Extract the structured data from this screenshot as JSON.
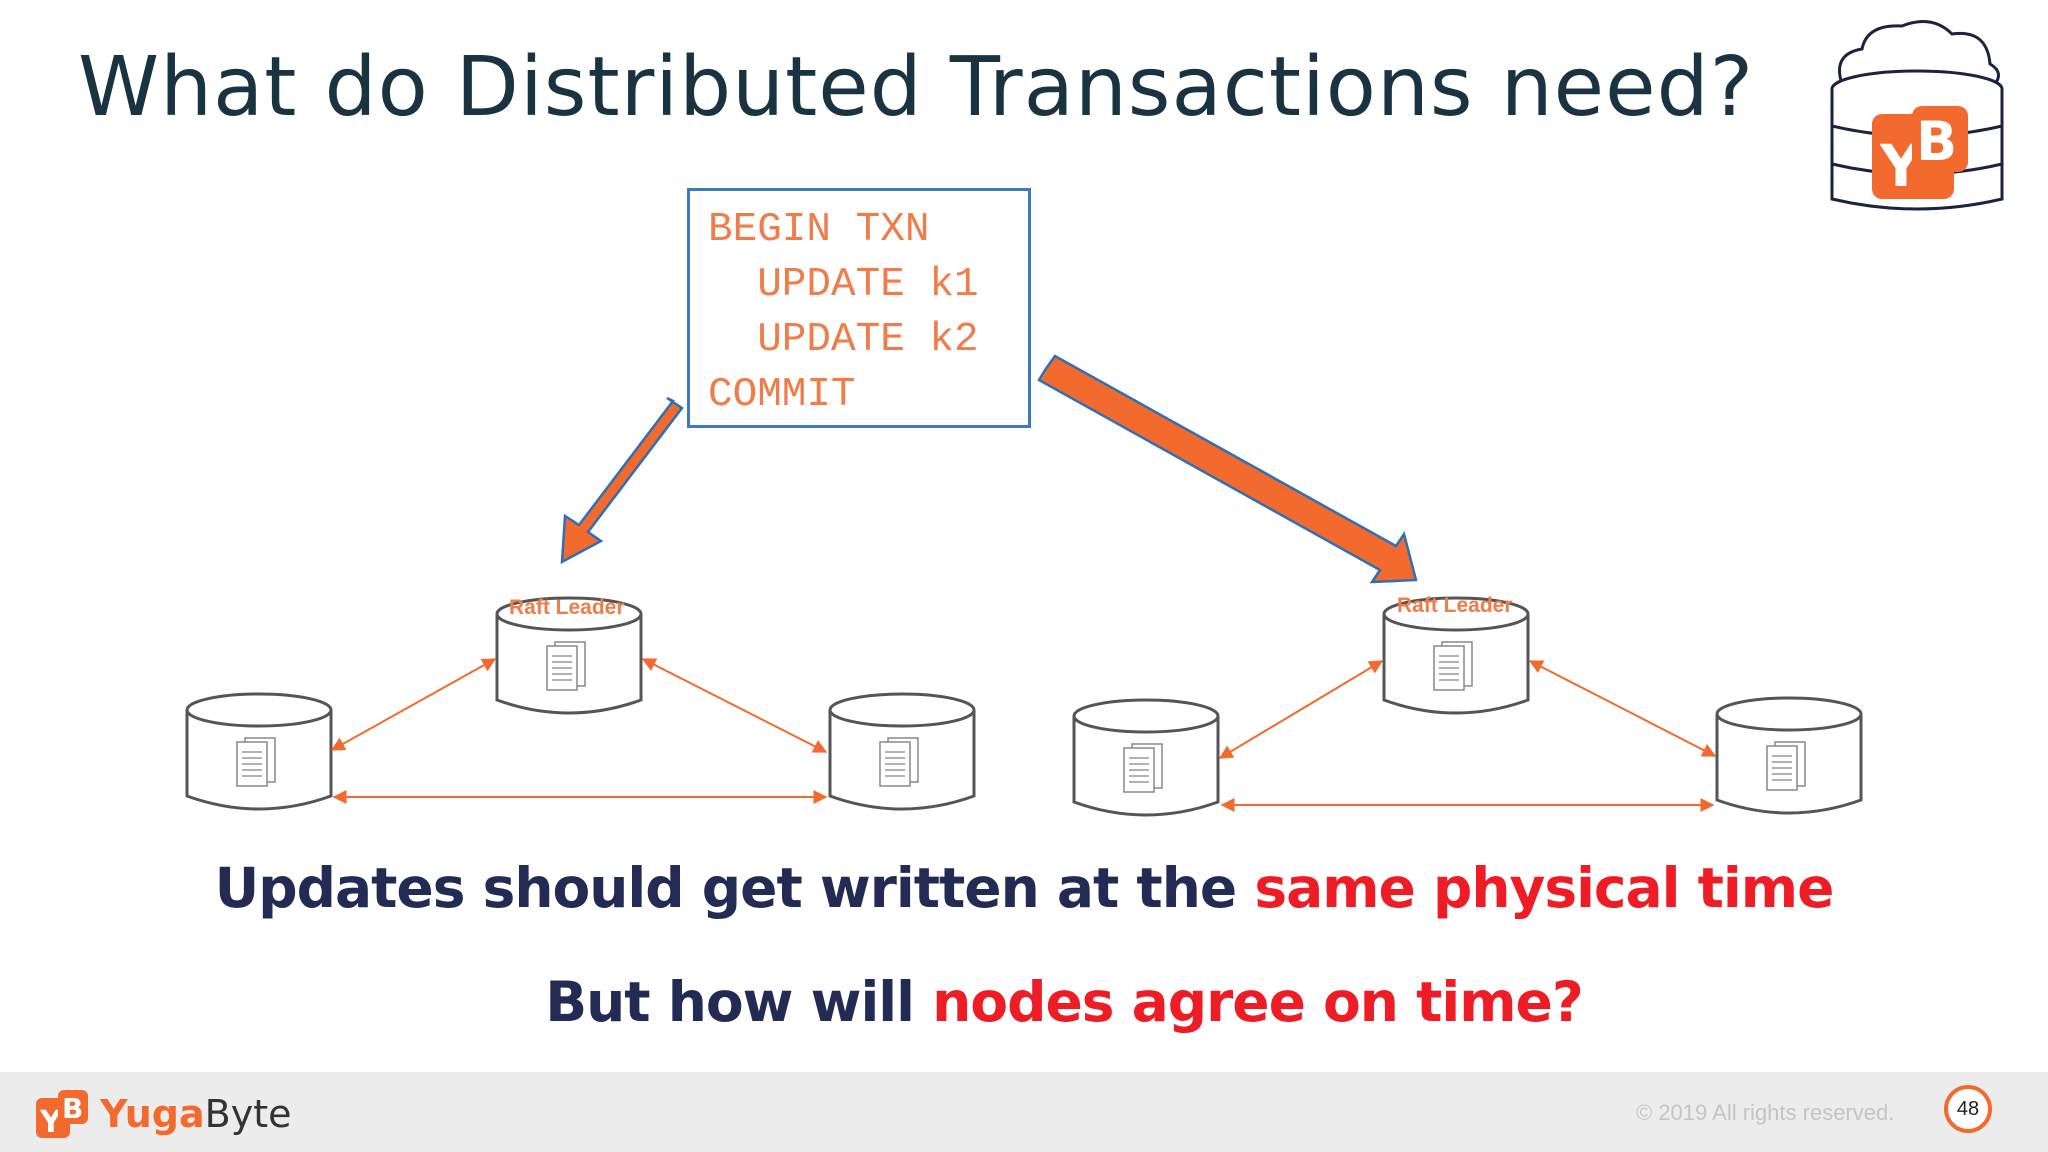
{
  "slide": {
    "title": "What do Distributed Transactions need?",
    "code_lines": [
      "BEGIN TXN",
      "  UPDATE k1",
      "  UPDATE k2",
      "COMMIT"
    ],
    "raft_labels": [
      "Raft Leader",
      "Raft Leader"
    ],
    "statement1": {
      "prefix": "Updates should get written at the ",
      "highlight": "same physical time"
    },
    "statement2": {
      "prefix": "But how will ",
      "highlight": "nodes agree on time?"
    }
  },
  "footer": {
    "brand_yuga": "Yuga",
    "brand_byte": "Byte",
    "copyright": "© 2019 All rights reserved.",
    "page_number": "48"
  },
  "colors": {
    "accent_orange": "#f07c4a",
    "highlight_red": "#ee1c24",
    "title_dark": "#1a3340",
    "box_blue": "#3f7ac0"
  },
  "icons": [
    "yugabyte-cloud-logo-icon",
    "yugabyte-brand-icon",
    "database-icon",
    "document-icon"
  ]
}
